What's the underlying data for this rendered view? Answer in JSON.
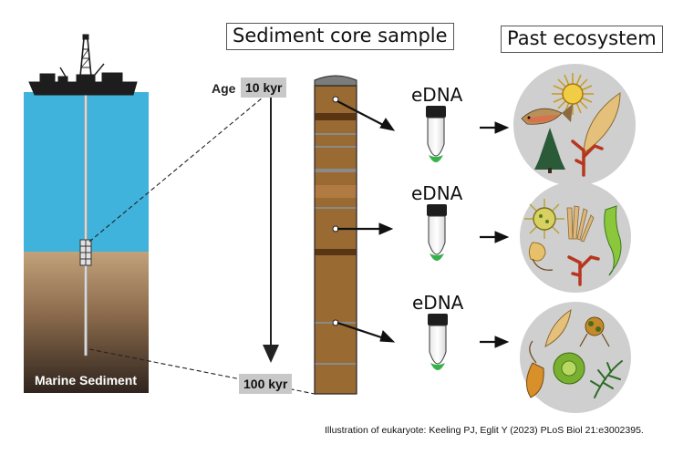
{
  "labels": {
    "sediment_core_sample": "Sediment core sample",
    "past_ecosystem": "Past ecosystem",
    "age_word": "Age",
    "age_top": "10 kyr",
    "age_bottom": "100 kyr",
    "edna": [
      "eDNA",
      "eDNA",
      "eDNA"
    ],
    "marine_sediment": "Marine Sediment",
    "credit": "Illustration of eukaryote: Keeling PJ, Eglit Y (2023) PLoS Biol 21:e3002395."
  },
  "colors": {
    "ocean": "#3fb3dc",
    "sediment_top": "#b99a70",
    "sediment_bottom": "#3b2b22",
    "core_fill": "#9a6a33",
    "core_band_dark": "#5a3514",
    "tube_green": "#36b24a",
    "ecosystem_circle": "#cfcfcf"
  },
  "icons": [
    "drill-ship-icon",
    "drill-pipe-icon",
    "core-barrel-icon",
    "sample-tube-icon",
    "fish-icon",
    "spiny-protist-icon",
    "diatom-icon",
    "conifer-icon",
    "red-alga-icon",
    "green-alga-icon",
    "ciliate-icon",
    "flagellate-icon"
  ]
}
